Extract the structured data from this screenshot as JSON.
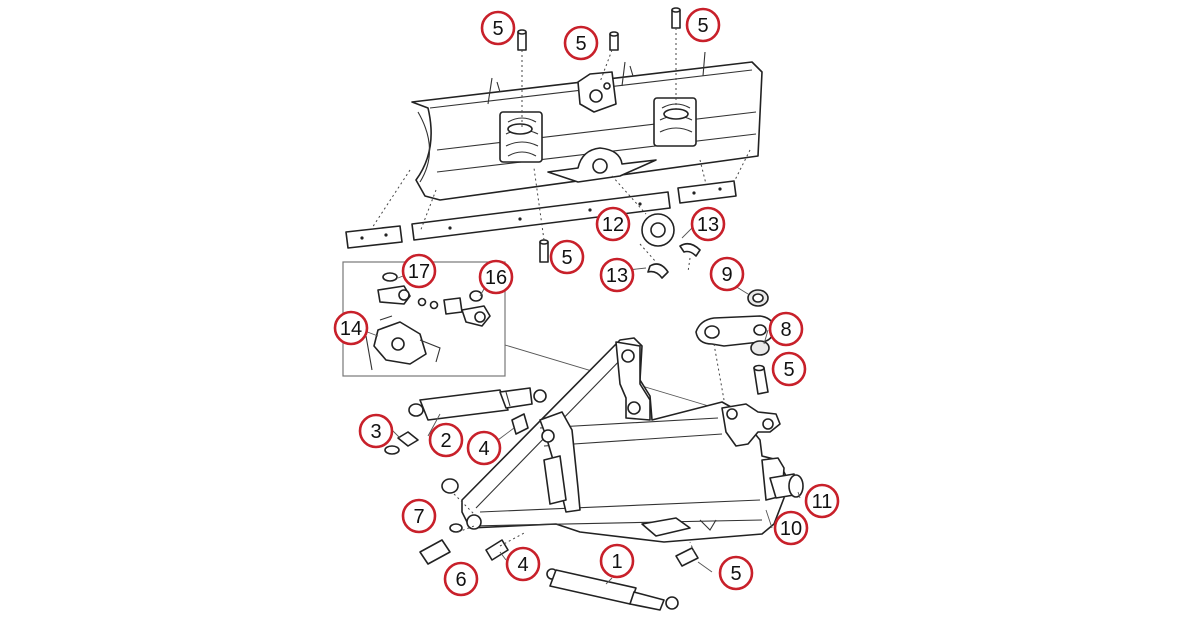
{
  "callout_color": "#c8202a",
  "line_color": "#222222",
  "callouts": [
    {
      "id": "c1",
      "label": "1"
    },
    {
      "id": "c2",
      "label": "2"
    },
    {
      "id": "c3",
      "label": "3"
    },
    {
      "id": "c4a",
      "label": "4"
    },
    {
      "id": "c4b",
      "label": "4"
    },
    {
      "id": "c5a",
      "label": "5"
    },
    {
      "id": "c5b",
      "label": "5"
    },
    {
      "id": "c5c",
      "label": "5"
    },
    {
      "id": "c5d",
      "label": "5"
    },
    {
      "id": "c5e",
      "label": "5"
    },
    {
      "id": "c5f",
      "label": "5"
    },
    {
      "id": "c6",
      "label": "6"
    },
    {
      "id": "c7",
      "label": "7"
    },
    {
      "id": "c8",
      "label": "8"
    },
    {
      "id": "c9",
      "label": "9"
    },
    {
      "id": "c10",
      "label": "10"
    },
    {
      "id": "c11",
      "label": "11"
    },
    {
      "id": "c12",
      "label": "12"
    },
    {
      "id": "c13a",
      "label": "13"
    },
    {
      "id": "c13b",
      "label": "13"
    },
    {
      "id": "c14",
      "label": "14"
    },
    {
      "id": "c16",
      "label": "16"
    },
    {
      "id": "c17",
      "label": "17"
    }
  ]
}
